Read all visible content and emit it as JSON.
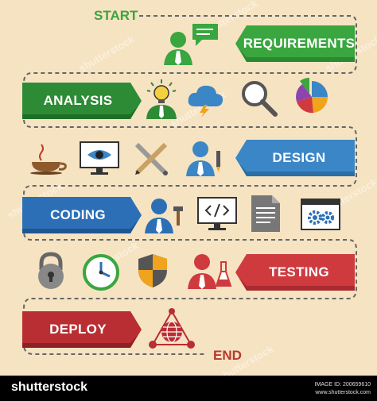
{
  "flow": {
    "start": "START",
    "end": "END",
    "stages": [
      {
        "label": "REQUIREMENTS",
        "color": "#3aa63f"
      },
      {
        "label": "ANALYSIS",
        "color": "#2e8b35"
      },
      {
        "label": "DESIGN",
        "color": "#3b86c6"
      },
      {
        "label": "CODING",
        "color": "#2c6fb7"
      },
      {
        "label": "TESTING",
        "color": "#cf3a3f"
      },
      {
        "label": "DEPLOY",
        "color": "#b92e33"
      }
    ]
  },
  "icons": [
    "person-speech-icon",
    "lightbulb-person-icon",
    "cloud-lightning-icon",
    "magnifier-icon",
    "pie-chart-icon",
    "coffee-cup-icon",
    "monitor-eye-icon",
    "pencil-brush-icon",
    "person-pencil-icon",
    "person-hammer-icon",
    "monitor-code-icon",
    "document-icon",
    "browser-gears-icon",
    "padlock-icon",
    "clock-icon",
    "shield-icon",
    "person-flask-icon",
    "network-pyramid-icon"
  ],
  "watermark": "shutterstock",
  "footer": {
    "brand": "shutterstock",
    "image_id": "IMAGE ID: 200659610",
    "site": "www.shutterstock.com"
  }
}
